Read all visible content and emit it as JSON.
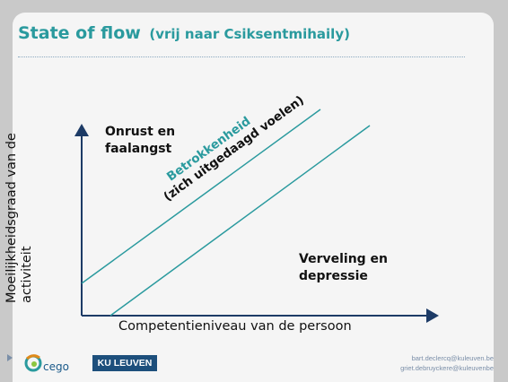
{
  "slide": {
    "title_main": "State of flow",
    "title_sub": "(vrij naar Csiksentmihaily)"
  },
  "diagram": {
    "y_axis_label": "Moeilijkheidsgraad van de activiteit",
    "x_axis_label": "Competentieniveau van de persoon",
    "region_top": [
      "Onrust en",
      "faalangst"
    ],
    "region_bottom": [
      "Verveling en",
      "depressie"
    ],
    "band_label_line1": "Betrokkenheid",
    "band_label_line2": "(zich uitgedaagd voelen)",
    "colors": {
      "accent": "#2a9a9e",
      "axis": "#1d3b66",
      "text": "#111111"
    }
  },
  "footer": {
    "logo_cego_text": "cego",
    "logo_ku_text": "KU LEUVEN",
    "contact_lines": [
      "bart.declercq@kuleuven.be",
      "griet.debruyckere@kuleuvenbe"
    ]
  }
}
